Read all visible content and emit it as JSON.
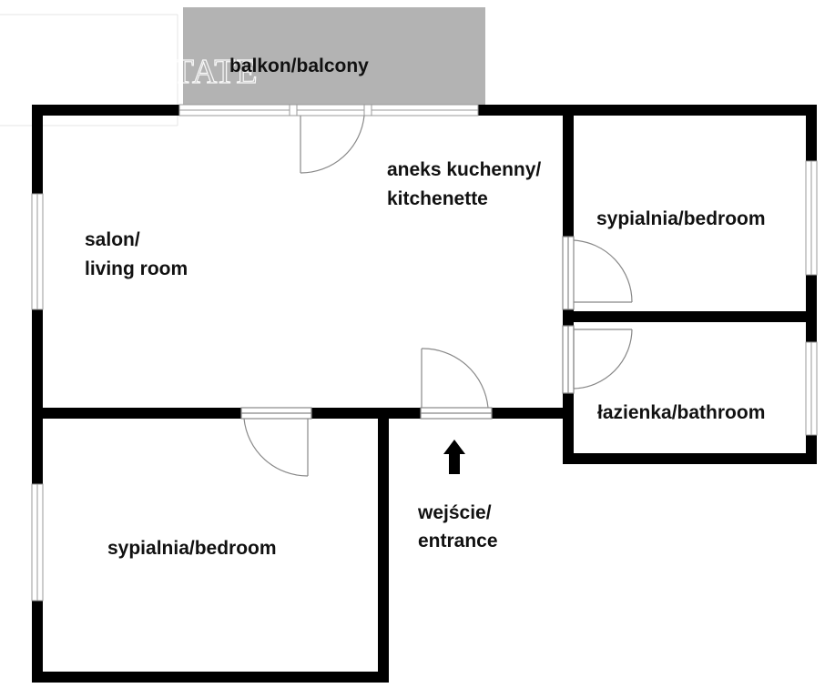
{
  "watermark": "EASTATE",
  "rooms": {
    "balcony": "balkon/balcony",
    "kitchen_line1": "aneks kuchenny/",
    "kitchen_line2": "kitchenette",
    "living_line1": "salon/",
    "living_line2": "living room",
    "bedroom_top": "sypialnia/bedroom",
    "bathroom": "łazienka/bathroom",
    "bedroom_bottom": "sypialnia/bedroom",
    "entrance_line1": "wejście/",
    "entrance_line2": "entrance"
  },
  "colors": {
    "wall": "#000000",
    "balcony_fill": "#b3b3b3",
    "window": "#9a9a9a",
    "background": "#ffffff"
  }
}
